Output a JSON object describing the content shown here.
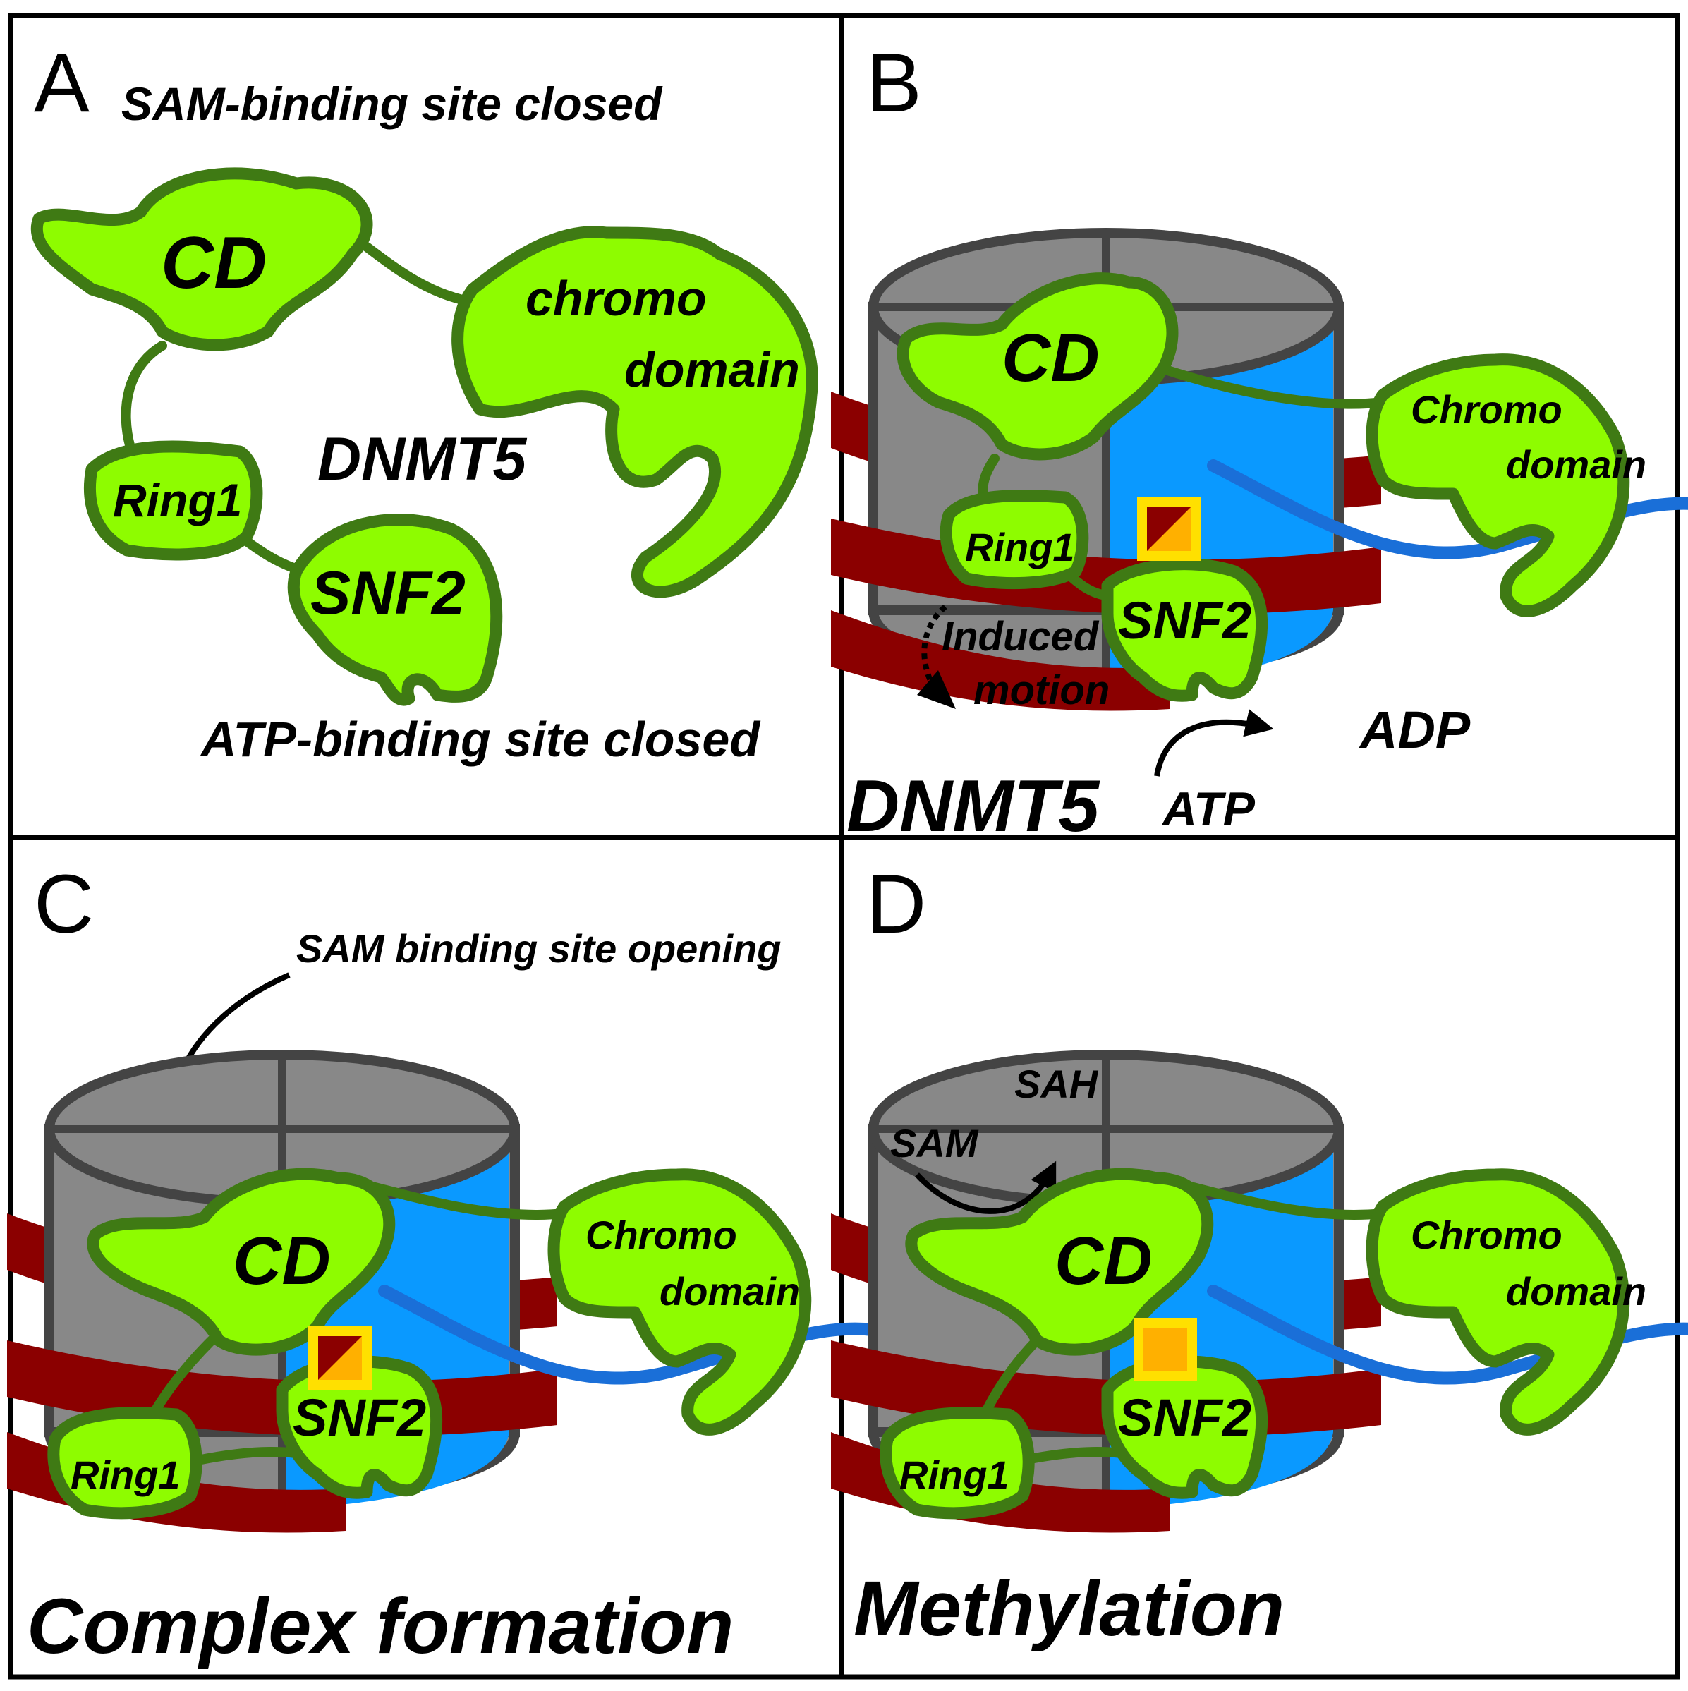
{
  "panels": {
    "A": {
      "letter": "A",
      "top_caption": "SAM-binding site closed",
      "bottom_caption": "ATP-binding site closed",
      "protein_label": "DNMT5",
      "domains": {
        "cd": "CD",
        "chromo_line1": "chromo",
        "chromo_line2": "domain",
        "ring1": "Ring1",
        "snf2": "SNF2"
      }
    },
    "B": {
      "letter": "B",
      "protein_label": "DNMT5",
      "motion_line1": "Induced",
      "motion_line2": "motion",
      "atp": "ATP",
      "adp": "ADP",
      "domains": {
        "cd": "CD",
        "chromo_line1": "Chromo",
        "chromo_line2": "domain",
        "ring1": "Ring1",
        "snf2": "SNF2"
      }
    },
    "C": {
      "letter": "C",
      "annotation": "SAM binding site opening",
      "caption": "Complex formation",
      "domains": {
        "cd": "CD",
        "chromo_line1": "Chromo",
        "chromo_line2": "domain",
        "ring1": "Ring1",
        "snf2": "SNF2"
      }
    },
    "D": {
      "letter": "D",
      "sam": "SAM",
      "sah": "SAH",
      "caption": "Methylation",
      "domains": {
        "cd": "CD",
        "chromo_line1": "Chromo",
        "chromo_line2": "domain",
        "ring1": "Ring1",
        "snf2": "SNF2"
      }
    }
  },
  "colors": {
    "protein_fill": "#8efc00",
    "protein_outline": "#3f7a14",
    "histone_gray": "#888888",
    "histone_blue": "#0a99ff",
    "dna_red": "#8b0000",
    "cofactor_yellow": "#ffe000",
    "cofactor_orange": "#ffb000",
    "tail_blue": "#1a6fd8",
    "tail_head": "#0a1f8f"
  }
}
